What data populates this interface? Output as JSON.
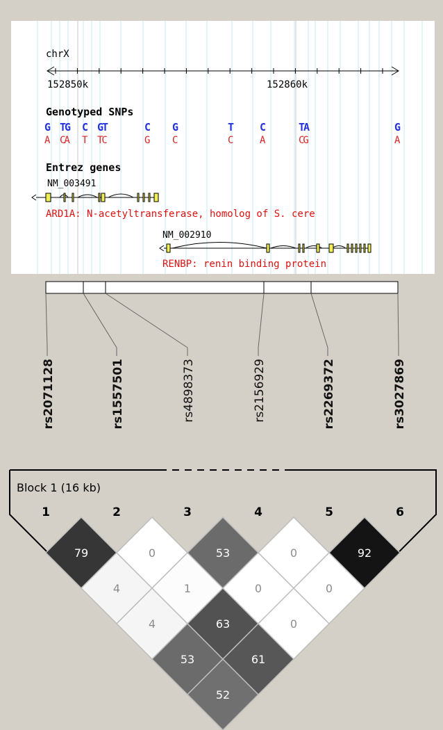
{
  "browser": {
    "chrom": "chrX",
    "ticks": [
      "152850k",
      "152860k"
    ],
    "snp_title": "Genotyped SNPs",
    "snp_alleles": [
      {
        "top": "G",
        "bottom": "A"
      },
      {
        "top": "TG",
        "bottom": "CA"
      },
      {
        "top": "C",
        "bottom": "T"
      },
      {
        "top": "GT",
        "bottom": "TC"
      },
      {
        "top": "C",
        "bottom": "G"
      },
      {
        "top": "G",
        "bottom": "C"
      },
      {
        "top": "T",
        "bottom": "C"
      },
      {
        "top": "C",
        "bottom": "A"
      },
      {
        "top": "TA",
        "bottom": "CG"
      },
      {
        "top": "G",
        "bottom": "A"
      }
    ],
    "genes_title": "Entrez genes",
    "genes": [
      {
        "accession": "NM_003491",
        "description": "ARD1A: N-acetyltransferase, homolog of S. cere"
      },
      {
        "accession": "NM_002910",
        "description": "RENBP: renin binding protein"
      }
    ],
    "colors": {
      "allele_top": "#2233dd",
      "allele_bottom": "#dd2222",
      "gene_text": "#dd1111",
      "exon": "#f2ee55"
    }
  },
  "markers": [
    {
      "name": "rs2071128",
      "bold": true
    },
    {
      "name": "rs1557501",
      "bold": true
    },
    {
      "name": "rs4898373",
      "bold": false
    },
    {
      "name": "rs2156929",
      "bold": false
    },
    {
      "name": "rs2269372",
      "bold": true
    },
    {
      "name": "rs3027869",
      "bold": true
    }
  ],
  "ld": {
    "block_label": "Block 1 (16 kb)",
    "marker_numbers": [
      "1",
      "2",
      "3",
      "4",
      "5",
      "6"
    ],
    "cells": [
      [
        null,
        "79",
        "4",
        "4",
        "53",
        "52"
      ],
      [
        null,
        null,
        "0",
        "1",
        "63",
        "61"
      ],
      [
        null,
        null,
        null,
        "53",
        "0",
        "0"
      ],
      [
        null,
        null,
        null,
        null,
        "0",
        "0"
      ],
      [
        null,
        null,
        null,
        null,
        null,
        "92"
      ]
    ],
    "shades": [
      [
        null,
        0.79,
        0.04,
        0.04,
        0.58,
        0.56
      ],
      [
        null,
        null,
        0.0,
        0.01,
        0.68,
        0.66
      ],
      [
        null,
        null,
        null,
        0.58,
        0.0,
        0.0
      ],
      [
        null,
        null,
        null,
        null,
        0.0,
        0.0
      ],
      [
        null,
        null,
        null,
        null,
        null,
        0.92
      ]
    ]
  }
}
